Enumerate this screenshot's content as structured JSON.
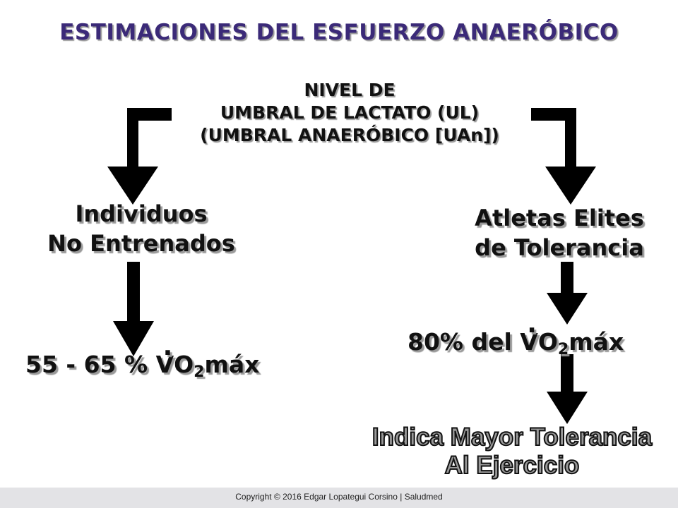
{
  "title": "ESTIMACIONES DEL ESFUERZO ANAERÓBICO",
  "top_node": {
    "line1": "NIVEL DE",
    "line2": "UMBRAL DE LACTATO (UL)",
    "line3": "(UMBRAL ANAERÓBICO [UAn])"
  },
  "left_node": {
    "line1": "Individuos",
    "line2": "No Entrenados"
  },
  "right_node": {
    "line1": "Atletas Elites",
    "line2": "de Tolerancia"
  },
  "left_value": {
    "prefix": "55 - 65 % ",
    "symbol": "V",
    "rest": "O",
    "sub": "2",
    "suffix": "máx"
  },
  "right_value": {
    "prefix": "80% del ",
    "symbol": "V",
    "rest": "O",
    "sub": "2",
    "suffix": "máx"
  },
  "conclusion": {
    "line1": "Indica Mayor Tolerancia",
    "line2": "Al Ejercicio"
  },
  "footer": "Copyright © 2016 Edgar Lopategui Corsino | Saludmed",
  "colors": {
    "title": "#3b2a78",
    "arrow": "#000000",
    "shadow": "#9a9a9a",
    "footer_bg": "#e3e3e6"
  }
}
